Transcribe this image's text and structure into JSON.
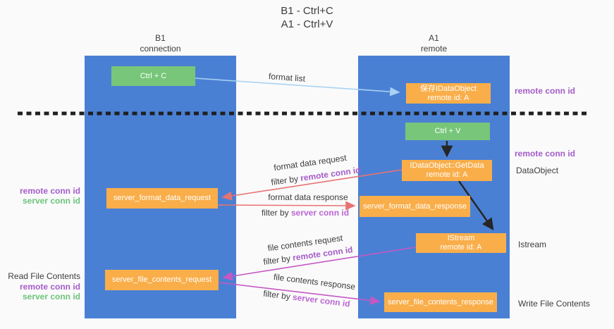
{
  "title": {
    "line1": "B1 - Ctrl+C",
    "line2": "A1 - Ctrl+V"
  },
  "lanes": {
    "left": {
      "name": "B1",
      "role": "connection"
    },
    "right": {
      "name": "A1",
      "role": "remote"
    }
  },
  "nodes": {
    "ctrl_c": "Ctrl + C",
    "ctrl_v": "Ctrl + V",
    "save_idataobject": {
      "line1": "保存IDataObject",
      "line2": "remote id: A"
    },
    "getdata": {
      "line1": "IDataObject::GetData",
      "line2": "remote id: A"
    },
    "istream": {
      "line1": "IStream",
      "line2": "remote id: A"
    },
    "server_format_data_request": "server_format_data_request",
    "server_format_data_response": "server_format_data_response",
    "server_file_contents_request": "server_file_contents_request",
    "server_file_contents_response": "server_file_contents_response"
  },
  "arrows": {
    "format_list": {
      "label": "format list"
    },
    "format_data_request": {
      "label": "format data request",
      "filter_prefix": "filter by ",
      "filter_key": "remote conn id"
    },
    "format_data_response": {
      "label": "format data response",
      "filter_prefix": "filter by ",
      "filter_key": "server conn id"
    },
    "file_contents_request": {
      "label": "file contents request",
      "filter_prefix": "filter by ",
      "filter_key": "remote conn id"
    },
    "file_contents_response": {
      "label": "file contents response",
      "filter_prefix": "filter by ",
      "filter_key": "server conn id"
    }
  },
  "annotations": {
    "left": {
      "remote_conn_id_1": "remote conn id",
      "server_conn_id_1": "server conn id",
      "read_file_contents": "Read File Contents",
      "remote_conn_id_2": "remote conn id",
      "server_conn_id_2": "server conn id"
    },
    "right": {
      "remote_conn_id_top": "remote conn id",
      "remote_conn_id_mid": "remote conn id",
      "dataobject": "DataObject",
      "istream": "Istream",
      "write_file_contents": "Write File Contents"
    }
  },
  "colors": {
    "lane-blue": "#4a80d4",
    "box-orange": "#f9ae4a",
    "box-green": "#77c679",
    "arrow-lightblue": "#a9d3f2",
    "arrow-red": "#e87272",
    "arrow-magenta": "#c558c5",
    "arrow-black": "#262626",
    "text-purple": "#a45cc8",
    "text-purple-light": "#bb66d4",
    "text-green": "#6cc47a",
    "text-dark": "#3d3d3d",
    "background": "#fafafa"
  }
}
